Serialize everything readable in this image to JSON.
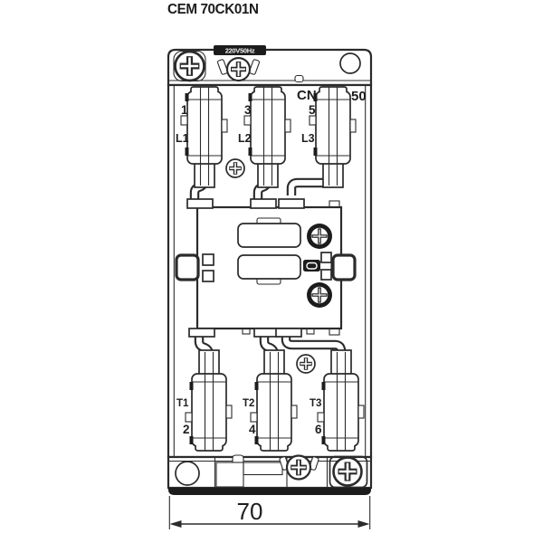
{
  "title": "CEM 70CK01N",
  "colors": {
    "line": "#2b2b2b",
    "dark_fill": "#1c1c1c",
    "dimension_text": "#3d4a5a",
    "background": "#ffffff"
  },
  "drawing": {
    "voltage_label": "220V50Hz",
    "marking_left": "CN",
    "marking_right": "50",
    "top_terminals": [
      {
        "number": "1",
        "phase": "L1"
      },
      {
        "number": "3",
        "phase": "L2"
      },
      {
        "number": "5",
        "phase": "L3"
      }
    ],
    "bottom_terminals": [
      {
        "phase": "T1",
        "number": "2"
      },
      {
        "phase": "T2",
        "number": "4"
      },
      {
        "phase": "T3",
        "number": "6"
      }
    ],
    "dimension": {
      "width_mm": "70"
    }
  }
}
